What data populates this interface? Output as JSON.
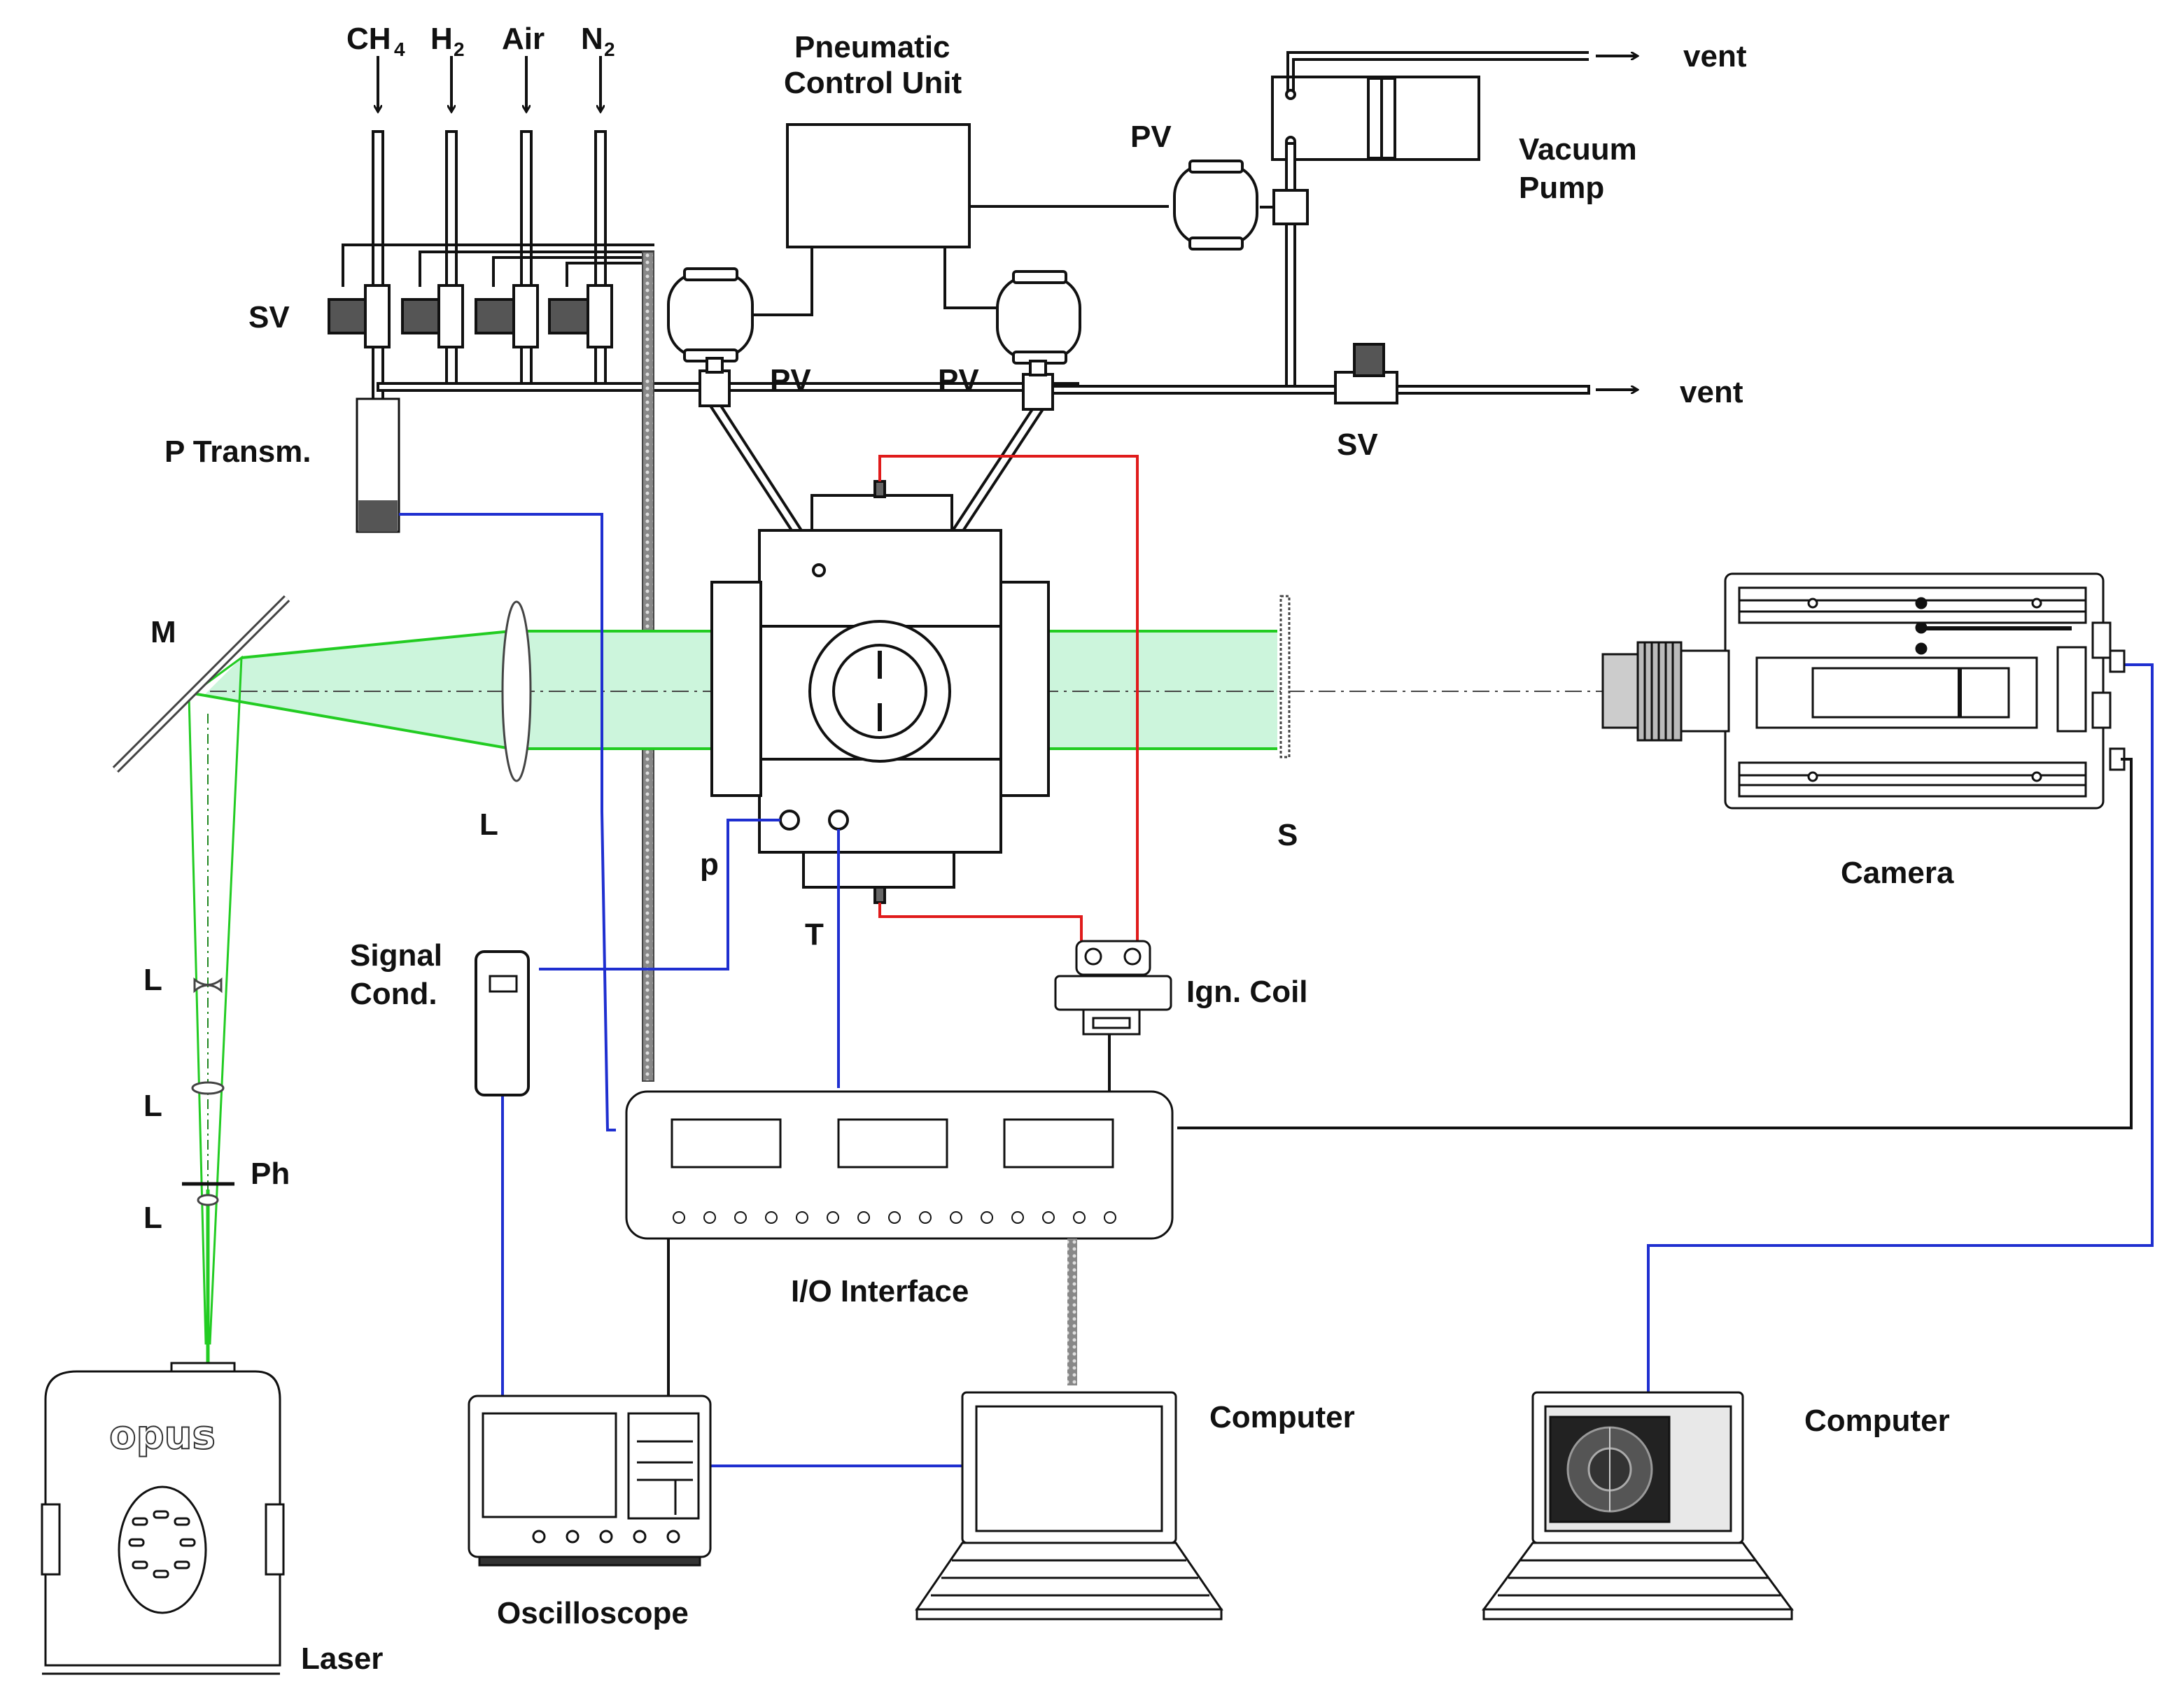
{
  "labels": {
    "gas_ch4": "CH",
    "gas_ch4_sub": "4",
    "gas_h2": "H",
    "gas_h2_sub": "2",
    "gas_air": "Air",
    "gas_n2": "N",
    "gas_n2_sub": "2",
    "pneumatic_line1": "Pneumatic",
    "pneumatic_line2": "Control Unit",
    "vent_top": "vent",
    "vent_mid": "vent",
    "pv_right": "PV",
    "pv_left_valve": "PV",
    "pv_mid_valve": "PV",
    "vacuum_line1": "Vacuum",
    "vacuum_line2": "Pump",
    "sv_left": "SV",
    "sv_right": "SV",
    "p_transm": "P Transm.",
    "mirror": "M",
    "lens_main": "L",
    "screen": "S",
    "camera": "Camera",
    "pressure_p": "p",
    "temperature_t": "T",
    "signal_line1": "Signal",
    "signal_line2": "Cond.",
    "ign_coil": "Ign. Coil",
    "lens_1": "L",
    "lens_2": "L",
    "lens_3": "L",
    "pinhole": "Ph",
    "io_interface": "I/O Interface",
    "computer_left": "Computer",
    "computer_right": "Computer",
    "oscilloscope": "Oscilloscope",
    "laser": "Laser",
    "laser_brand": "opus"
  },
  "colors": {
    "signal_wire": "#1f2fd0",
    "ignition_wire": "#e01b1b",
    "laser_beam": "#22cc22",
    "beam_fill": "#ccf5dc",
    "line": "#1a1a1a"
  }
}
